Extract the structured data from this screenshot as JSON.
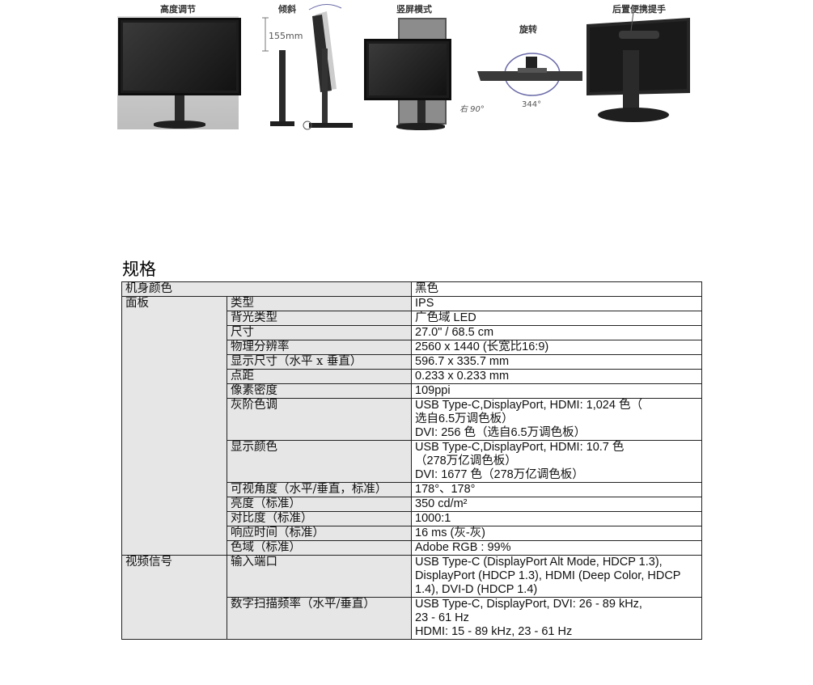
{
  "features": [
    {
      "label": "高度调节",
      "note": ""
    },
    {
      "label": "倾斜",
      "note": "155mm"
    },
    {
      "label": "竖屏模式",
      "note": "右 90°"
    },
    {
      "label": "旋转",
      "note": "344°"
    },
    {
      "label": "后置便携提手",
      "note": ""
    }
  ],
  "spec": {
    "title": "规格",
    "rows": [
      {
        "category": "机身颜色",
        "attr": "",
        "value": [
          "黑色"
        ]
      },
      {
        "category": "面板",
        "attr": "类型",
        "value": [
          "IPS"
        ]
      },
      {
        "category": "",
        "attr": "背光类型",
        "value": [
          "广色域 LED"
        ]
      },
      {
        "category": "",
        "attr": "尺寸",
        "value": [
          "27.0\" / 68.5 cm"
        ]
      },
      {
        "category": "",
        "attr": "物理分辨率",
        "value": [
          "2560 x 1440 (长宽比16:9)"
        ]
      },
      {
        "category": "",
        "attr": "显示尺寸（水平 x 垂直）",
        "value": [
          "596.7 x 335.7 mm"
        ]
      },
      {
        "category": "",
        "attr": "点距",
        "value": [
          "0.233 x 0.233 mm"
        ]
      },
      {
        "category": "",
        "attr": "像素密度",
        "value": [
          "109ppi"
        ]
      },
      {
        "category": "",
        "attr": "灰阶色调",
        "value": [
          "USB Type-C,DisplayPort, HDMI: 1,024 色（",
          "选自6.5万调色板）",
          "DVI: 256 色（选自6.5万调色板）"
        ]
      },
      {
        "category": "",
        "attr": "显示颜色",
        "value": [
          "USB Type-C,DisplayPort, HDMI: 10.7 色",
          "（278万亿调色板）",
          "DVI: 1677 色（278万亿调色板）"
        ]
      },
      {
        "category": "",
        "attr": "可视角度（水平/垂直，标准）",
        "value": [
          "178°、178°"
        ]
      },
      {
        "category": "",
        "attr": "亮度（标准）",
        "value": [
          "350 cd/m²"
        ]
      },
      {
        "category": "",
        "attr": "对比度（标准）",
        "value": [
          "1000:1"
        ]
      },
      {
        "category": "",
        "attr": "响应时间（标准）",
        "value": [
          "16 ms (灰-灰)"
        ]
      },
      {
        "category": "",
        "attr": "色域（标准）",
        "value": [
          "Adobe RGB : 99%"
        ]
      },
      {
        "category": "视频信号",
        "attr": "输入端口",
        "value": [
          "USB Type-C (DisplayPort Alt Mode, HDCP 1.3),",
          "DisplayPort (HDCP 1.3), HDMI (Deep Color, HDCP",
          "1.4), DVI-D (HDCP 1.4)"
        ]
      },
      {
        "category": "",
        "attr": "数字扫描频率（水平/垂直）",
        "value": [
          "USB Type-C, DisplayPort, DVI: 26 - 89 kHz,",
          "23 - 61 Hz",
          "HDMI: 15 - 89 kHz, 23 - 61 Hz"
        ]
      }
    ]
  }
}
